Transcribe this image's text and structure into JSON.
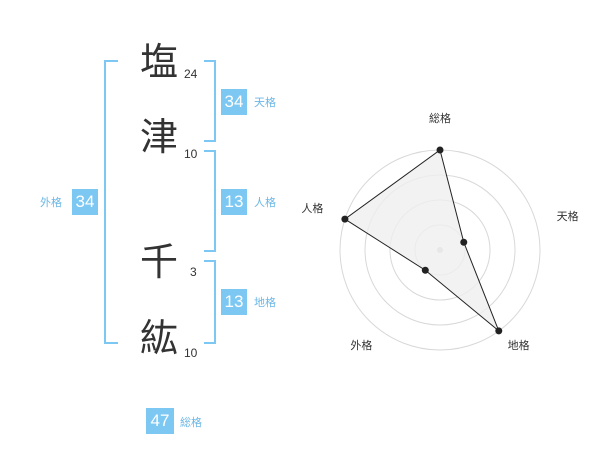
{
  "name": {
    "characters": [
      {
        "char": "塩",
        "strokes": "24"
      },
      {
        "char": "津",
        "strokes": "10"
      },
      {
        "char": "千",
        "strokes": "3"
      },
      {
        "char": "紘",
        "strokes": "10"
      }
    ]
  },
  "fortunes": {
    "tenkaku": {
      "value": "34",
      "label": "天格"
    },
    "jinkaku": {
      "value": "13",
      "label": "人格"
    },
    "chikaku": {
      "value": "13",
      "label": "地格"
    },
    "gaikaku": {
      "value": "34",
      "label": "外格"
    },
    "soukaku": {
      "value": "47",
      "label": "総格"
    }
  },
  "radar": {
    "axes": [
      "総格",
      "天格",
      "地格",
      "外格",
      "人格"
    ],
    "levels": 4,
    "scores": [
      4,
      1,
      4,
      1,
      4
    ],
    "max": 4
  },
  "colors": {
    "accent": "#7cc8f3",
    "label": "#6ab7e6",
    "text": "#333333",
    "radar_fill": "#efefef",
    "radar_grid": "#d8d8d8"
  }
}
